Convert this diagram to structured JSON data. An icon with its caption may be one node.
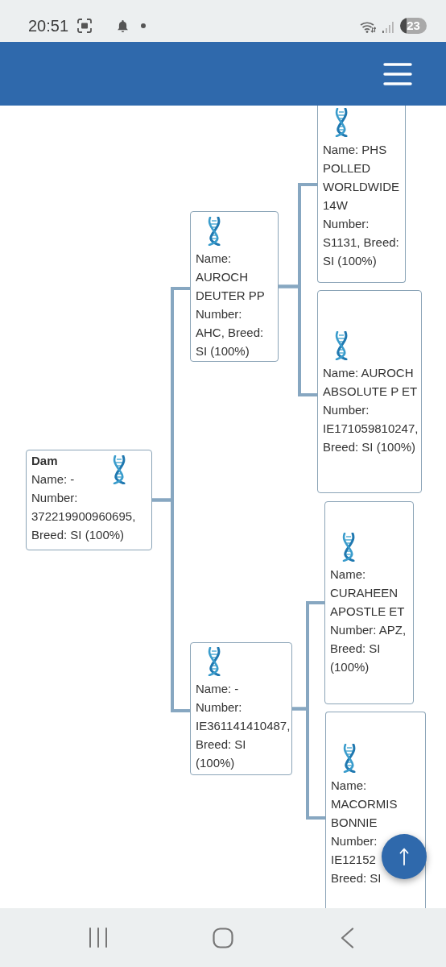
{
  "diagram": {
    "nodes": [
      {
        "text": [
          "Dam",
          "Name: -",
          "Number: 372219900960695, Breed: SI (100%)"
        ]
      },
      {
        "text": [
          "Name: AUROCH DEUTER PP",
          "Number: AHC, Breed: SI (100%)"
        ]
      },
      {
        "text": [
          "Name: PHS POLLED WORLDWIDE 14W",
          "Number: S1131, Breed: SI (100%)"
        ]
      },
      {
        "text": [
          "Name: AUROCH ABSOLUTE P ET",
          "Number: IE171059810247, Breed: SI (100%)"
        ]
      },
      {
        "text": [
          "Name: -",
          "Number: IE361141410487, Breed: SI (100%)"
        ]
      },
      {
        "text": [
          "Name: CURAHEEN APOSTLE ET",
          "Number: APZ, Breed: SI (100%)"
        ]
      },
      {
        "text": [
          "Name: MACORMIS BONNIE",
          "Number: IE12152",
          "Breed: SI"
        ]
      }
    ],
    "edges": [
      {
        "from": 0,
        "to": 1,
        "arrow": "none"
      },
      {
        "from": 0,
        "to": 4,
        "arrow": "none"
      },
      {
        "from": 1,
        "to": 2,
        "arrow": "none"
      },
      {
        "from": 1,
        "to": 3,
        "arrow": "none"
      },
      {
        "from": 4,
        "to": 5,
        "arrow": "none"
      },
      {
        "from": 4,
        "to": 6,
        "arrow": "none"
      }
    ],
    "labels": [
      "20:51",
      "23"
    ]
  }
}
